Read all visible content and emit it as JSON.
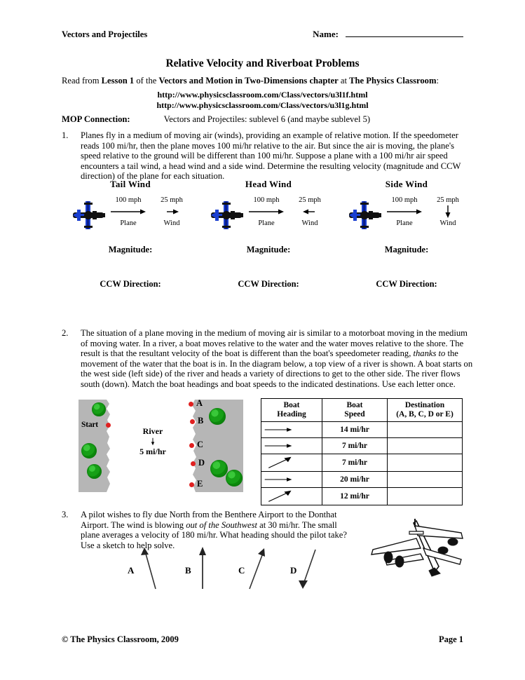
{
  "header": {
    "course": "Vectors and Projectiles",
    "name_label": "Name:",
    "title": "Relative Velocity and Riverboat Problems",
    "read_prefix": "Read from ",
    "read_lesson": "Lesson 1",
    "read_mid": " of the ",
    "read_chapter": "Vectors and Motion in Two-Dimensions chapter",
    "read_at": " at ",
    "read_site": "The Physics Classroom",
    "read_colon": ":",
    "url1": "http://www.physicsclassroom.com/Class/vectors/u3l1f.html",
    "url2": "http://www.physicsclassroom.com/Class/vectors/u3l1g.html",
    "mop_label": "MOP Connection:",
    "mop_value": "Vectors and Projectiles:  sublevel 6 (and maybe sublevel 5)"
  },
  "q1": {
    "number": "1.",
    "text": "Planes fly in a medium of moving air (winds), providing an example of relative motion.  If the speedometer reads 100 mi/hr, then the plane moves 100 mi/hr relative to the air.  But since the air is moving, the plane's speed relative to the ground will be different than 100 mi/hr.  Suppose a plane with a 100 mi/hr air speed encounters a tail wind, a head wind and a side wind.  Determine the resulting velocity (magnitude and CCW direction) of the plane for each situation.",
    "magnitude_label": "Magnitude:",
    "ccw_label": "CCW Direction:",
    "cases": [
      {
        "title": "Tail Wind",
        "plane_speed": "100 mph",
        "plane_label": "Plane",
        "plane_arrow": "right-arrow-icon",
        "wind_speed": "25 mph",
        "wind_label": "Wind",
        "wind_arrow": "right-arrow-icon"
      },
      {
        "title": "Head Wind",
        "plane_speed": "100 mph",
        "plane_label": "Plane",
        "plane_arrow": "right-arrow-icon",
        "wind_speed": "25 mph",
        "wind_label": "Wind",
        "wind_arrow": "left-arrow-icon"
      },
      {
        "title": "Side Wind",
        "plane_speed": "100 mph",
        "plane_label": "Plane",
        "plane_arrow": "right-arrow-icon",
        "wind_speed": "25 mph",
        "wind_label": "Wind",
        "wind_arrow": "down-arrow-icon"
      }
    ]
  },
  "q2": {
    "number": "2.",
    "text": "The situation of a plane moving in the medium of moving air is similar to a motorboat moving in the medium of moving water.  In a river, a boat moves relative to the water and the water moves relative to the shore.  The result is that the resultant velocity of the boat is different than the boat's speedometer reading, thanks to the movement of the water that the boat is in.  In the diagram below, a top view of a river is shown.  A boat starts on the west side (left side) of the river and heads a variety of directions to get to the other side.  The river flows south (down).  Match the boat headings and boat speeds to the indicated destinations.  Use each letter once.",
    "text_italic_fragment": "thanks to",
    "river": {
      "start_label": "Start",
      "river_label": "River",
      "river_arrow": "down-arrow-icon",
      "river_speed": "5 mi/hr",
      "destinations": [
        "A",
        "B",
        "C",
        "D",
        "E"
      ]
    },
    "table": {
      "headers": [
        "Boat\nHeading",
        "Boat\nSpeed",
        "Destination\n(A, B, C, D or E)"
      ],
      "header_heading_l1": "Boat",
      "header_heading_l2": "Heading",
      "header_speed_l1": "Boat",
      "header_speed_l2": "Speed",
      "header_dest_l1": "Destination",
      "header_dest_l2": "(A, B, C, D or E)",
      "rows": [
        {
          "heading_icon": "right-arrow-icon",
          "speed": "14 mi/hr",
          "destination": ""
        },
        {
          "heading_icon": "right-arrow-icon",
          "speed": "7 mi/hr",
          "destination": ""
        },
        {
          "heading_icon": "up-right-arrow-icon",
          "speed": "7 mi/hr",
          "destination": ""
        },
        {
          "heading_icon": "right-arrow-icon",
          "speed": "20 mi/hr",
          "destination": ""
        },
        {
          "heading_icon": "up-right-arrow-icon",
          "speed": "12 mi/hr",
          "destination": ""
        }
      ]
    }
  },
  "q3": {
    "number": "3.",
    "text": "A pilot wishes to fly due North from the Benthere Airport to the Donthat Airport.  The wind is blowing out of the Southwest  at 30 mi/hr.  The small plane averages a velocity of 180 mi/hr. What heading should the pilot take?  Use a sketch to help solve.",
    "text_italic_fragment": "out of the Southwest",
    "options": [
      {
        "label": "A",
        "arrow": "up-tilted-left-arrow-icon"
      },
      {
        "label": "B",
        "arrow": "up-arrow-icon"
      },
      {
        "label": "C",
        "arrow": "up-right-tilted-arrow-icon"
      },
      {
        "label": "D",
        "arrow": "down-left-tilted-arrow-icon"
      }
    ],
    "illustration": "jet-airplane-icon"
  },
  "footer": {
    "copyright": "©  The Physics Classroom, 2009",
    "page": "Page 1"
  },
  "colors": {
    "bank": "#b6b6b6",
    "tree": "#17a017",
    "dot": "#e02020",
    "plane_blue": "#1a3fd0",
    "ink": "#000000"
  }
}
